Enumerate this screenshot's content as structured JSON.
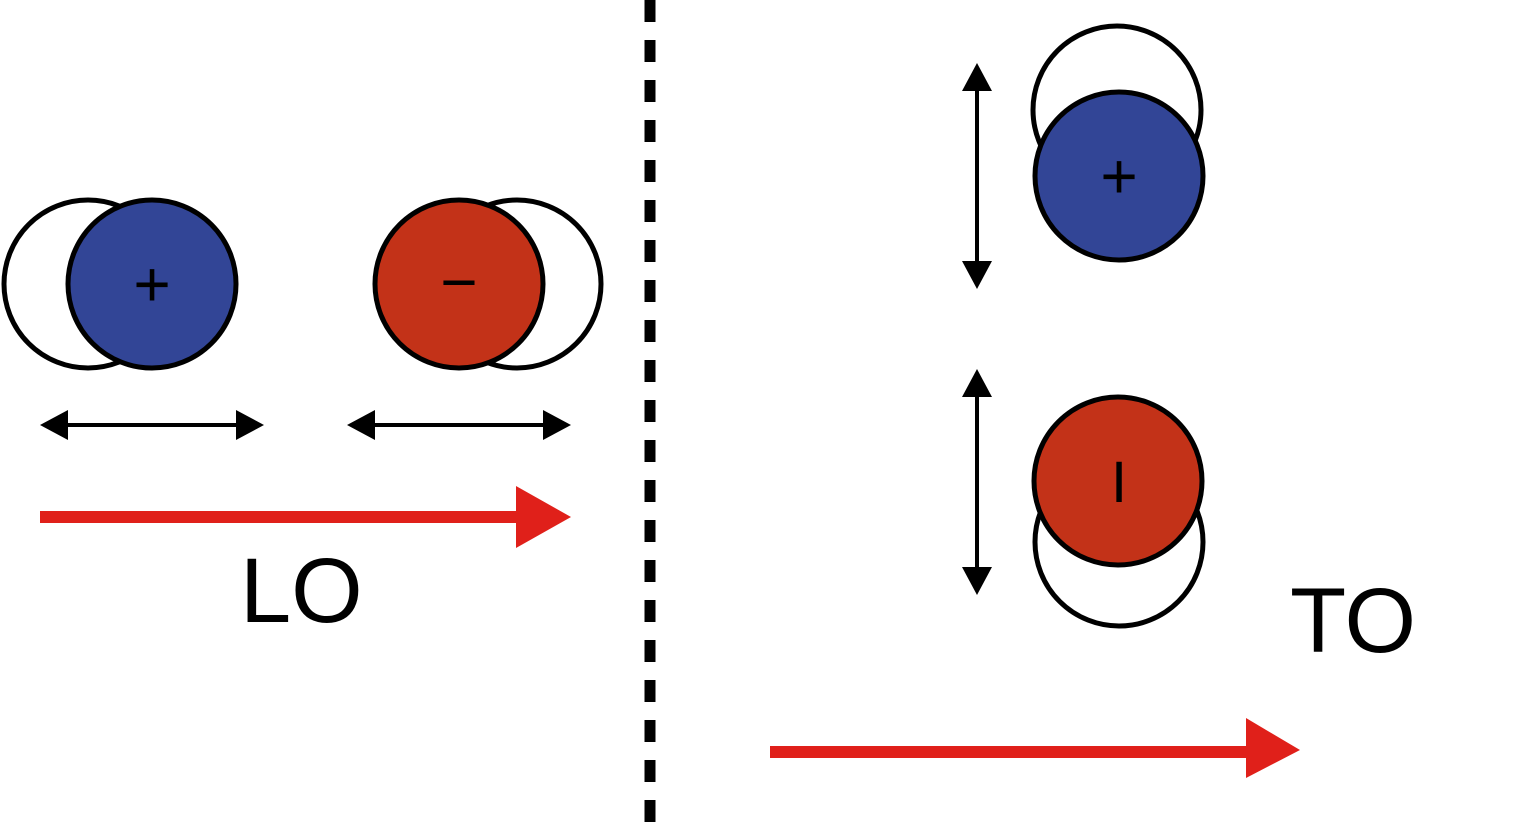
{
  "colors": {
    "positive_ion": "#324596",
    "negative_ion": "#c33218",
    "equilibrium_ion": "#ffffff",
    "outline": "#000000",
    "wave_arrow": "#e0201a",
    "divider": "#000000"
  },
  "left_panel": {
    "mode_label": "LO",
    "positive_sign": "+",
    "negative_sign": "−",
    "displacement": "horizontal"
  },
  "right_panel": {
    "mode_label": "TO",
    "positive_sign": "+",
    "negative_sign": "I",
    "displacement": "vertical"
  }
}
